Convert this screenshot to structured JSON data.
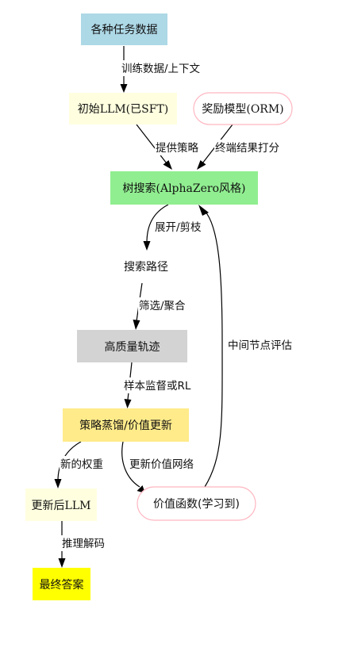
{
  "nodes": {
    "tasks": {
      "label": "各种任务数据",
      "fill": "#add8e6"
    },
    "init": {
      "label": "初始LLM(已SFT)",
      "fill": "#ffffe0"
    },
    "orm": {
      "label": "奖励模型(ORM)",
      "fill": "#ffffff",
      "stroke": "#ffb6c1"
    },
    "tree": {
      "label": "树搜索(AlphaZero风格)",
      "fill": "#90ee90"
    },
    "paths": {
      "label": "搜索路径",
      "fill": "#ffffff"
    },
    "traj": {
      "label": "高质量轨迹",
      "fill": "#d3d3d3"
    },
    "distill": {
      "label": "策略蒸馏/价值更新",
      "fill": "#ffeb8a"
    },
    "updated": {
      "label": "更新后LLM",
      "fill": "#ffffe0"
    },
    "value": {
      "label": "价值函数(学习到)",
      "fill": "#ffffff",
      "stroke": "#ffb6c1"
    },
    "final": {
      "label": "最终答案",
      "fill": "#ffff00"
    }
  },
  "edges": {
    "tasks_init": "训练数据/上下文",
    "init_tree": "提供策略",
    "orm_tree": "终端结果打分",
    "tree_paths": "展开/剪枝",
    "paths_traj": "筛选/聚合",
    "traj_distill": "样本监督或RL",
    "distill_updated": "新的权重",
    "distill_value": "更新价值网络",
    "value_tree": "中间节点评估",
    "updated_final": "推理解码"
  }
}
